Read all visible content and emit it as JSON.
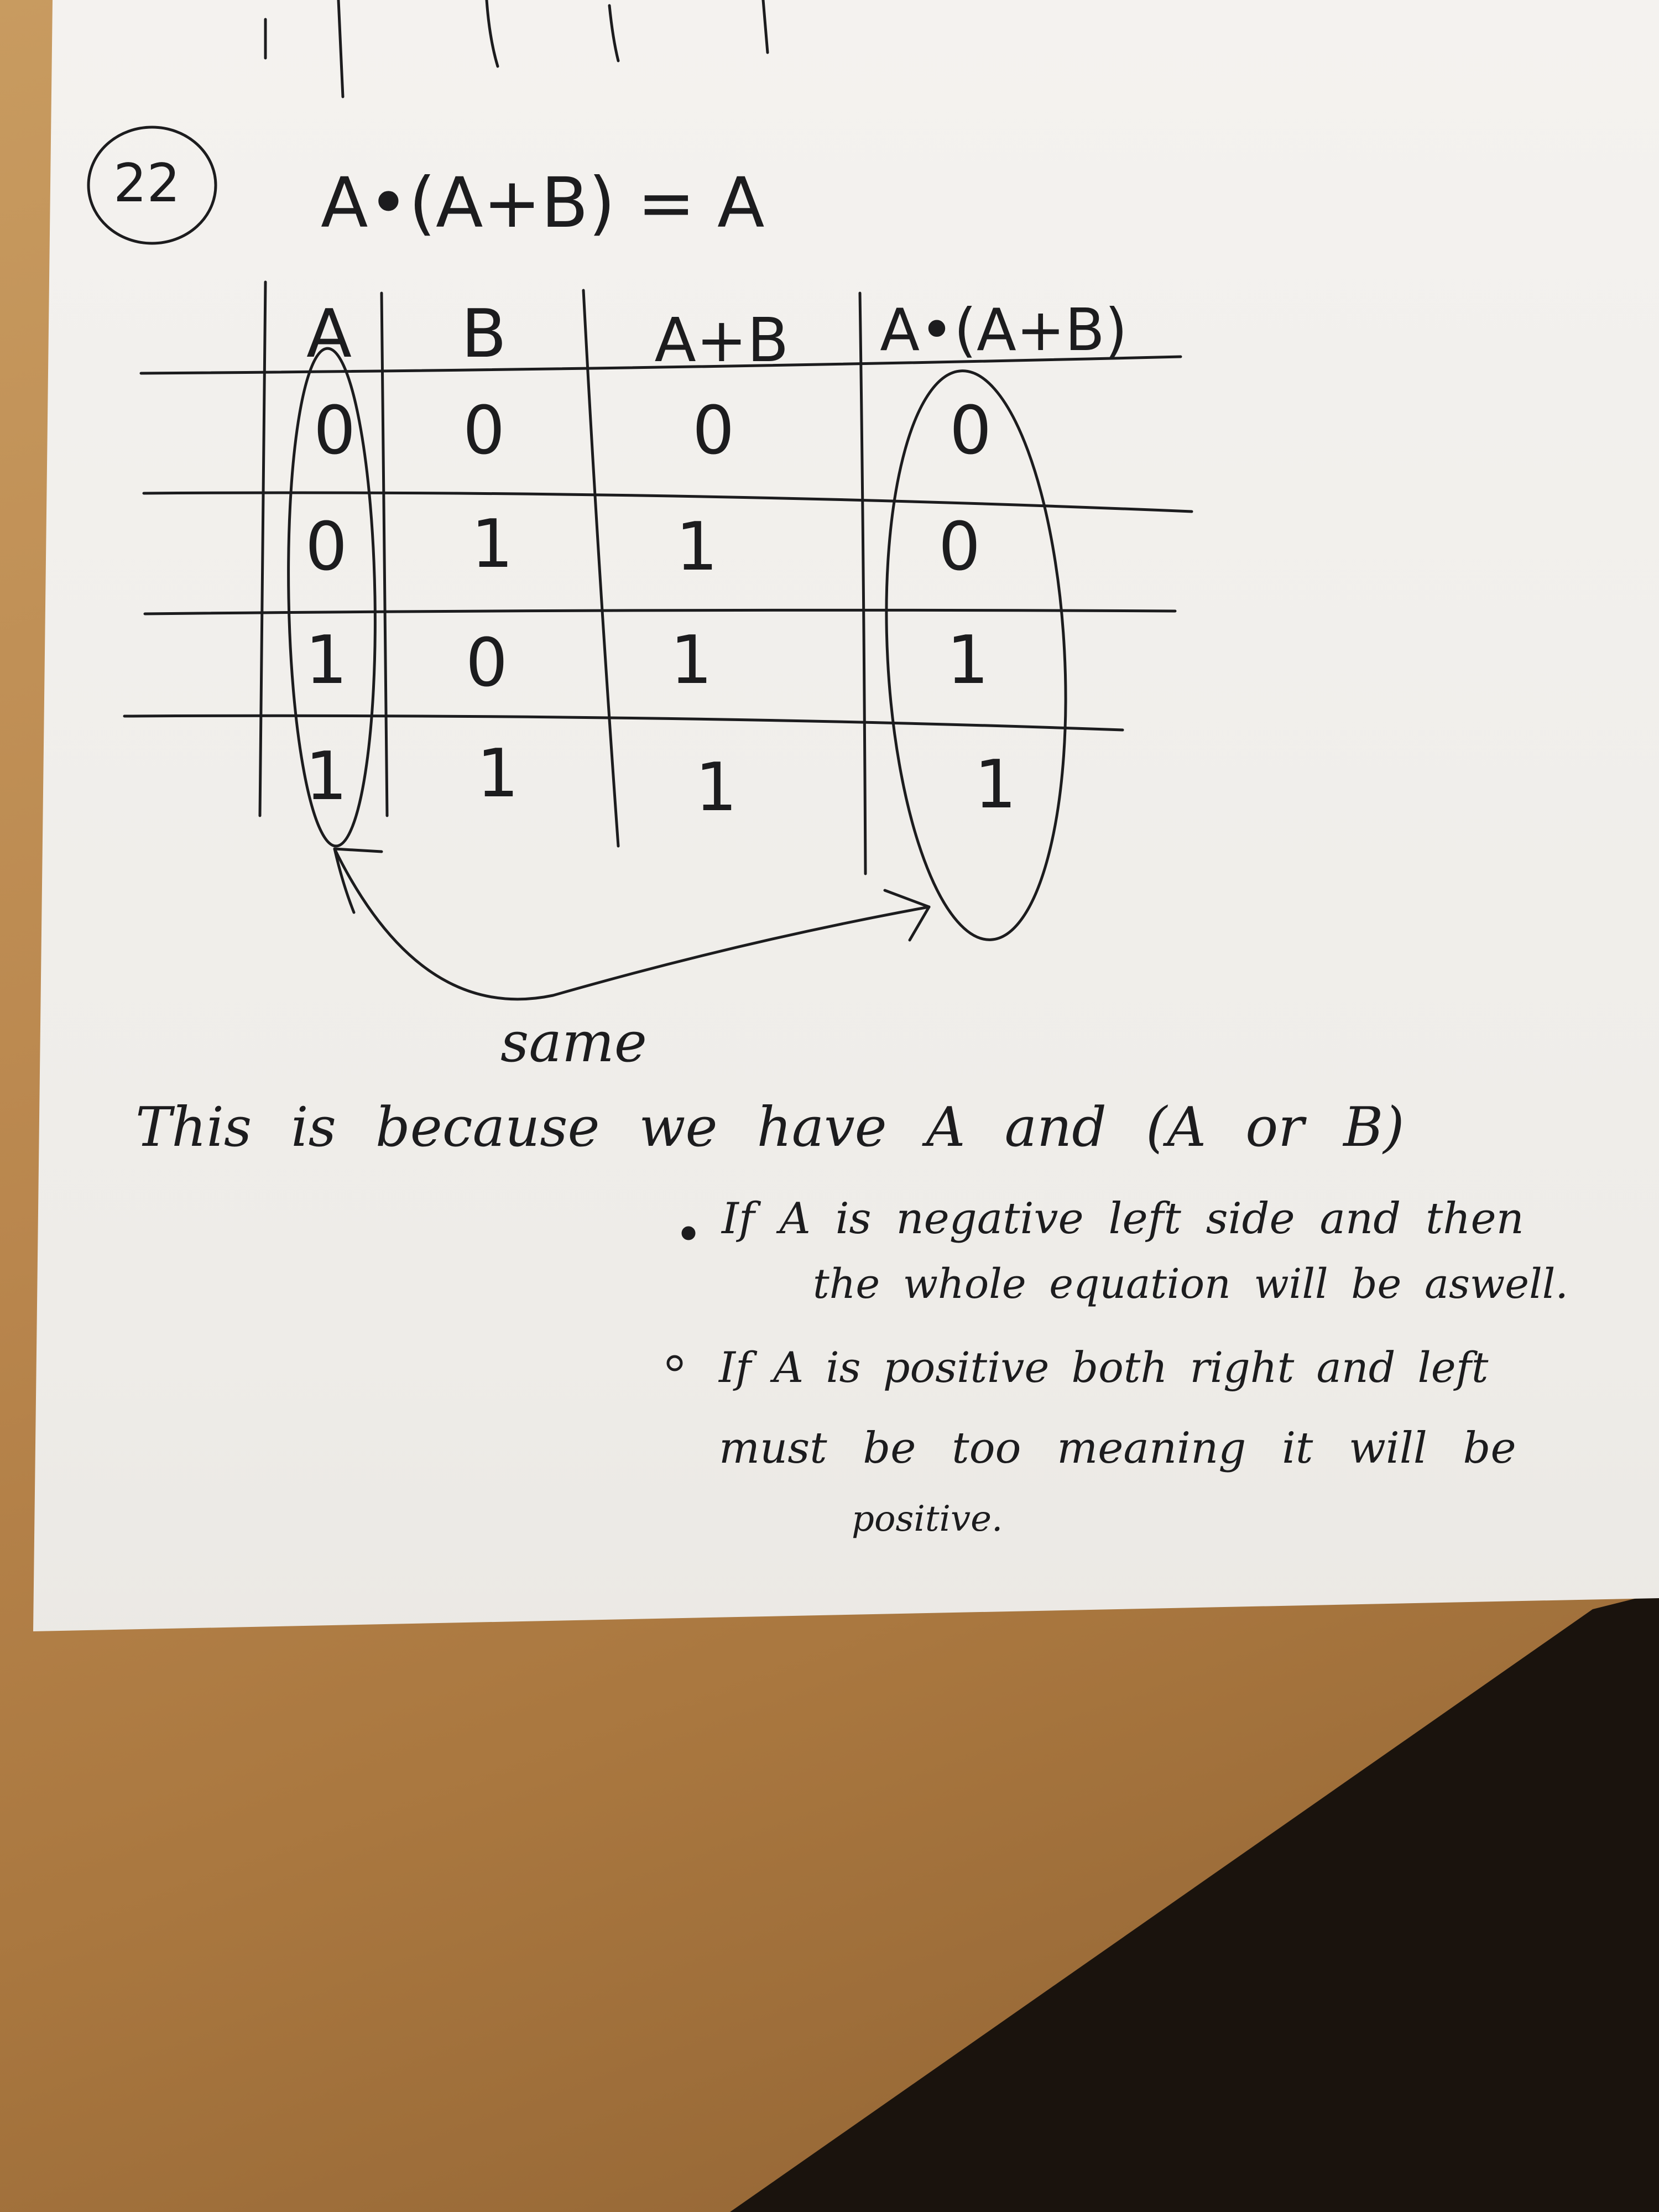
{
  "problem": {
    "number": "22",
    "equation": "A•(A+B) = A"
  },
  "truth_table": {
    "headers": [
      "A",
      "B",
      "A+B",
      "A•(A+B)"
    ],
    "rows": [
      [
        "0",
        "0",
        "0",
        "0"
      ],
      [
        "0",
        "1",
        "1",
        "0"
      ],
      [
        "1",
        "0",
        "1",
        "1"
      ],
      [
        "1",
        "1",
        "1",
        "1"
      ]
    ]
  },
  "annotation": {
    "arrow_label": "same"
  },
  "explanation": {
    "intro": "This is because we have A and (A or B)",
    "bullets": [
      {
        "line1": "If A is negative left side and then",
        "line2": "the whole equation will be aswell."
      },
      {
        "line1": "If A is positive both right and left",
        "line2": "must be too meaning it will be",
        "line3": "positive."
      }
    ]
  }
}
